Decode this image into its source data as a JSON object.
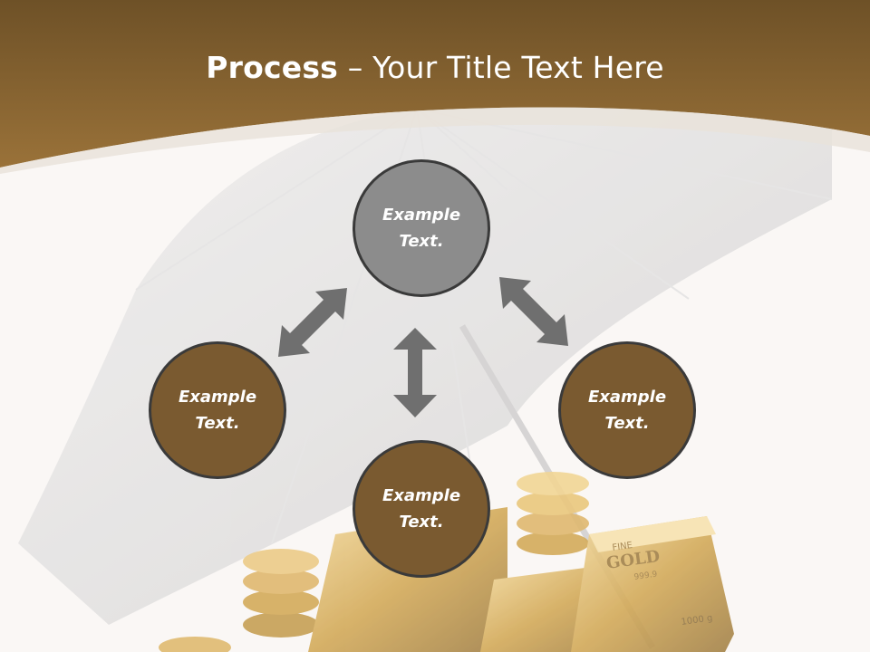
{
  "title": {
    "bold": "Process",
    "rest": " – Your Title Text Here"
  },
  "nodes": {
    "top": "Example\nText.",
    "left": "Example\nText.",
    "right": "Example\nText.",
    "bottom": "Example\nText."
  },
  "coin_labels": [
    "FINE",
    "GOLD",
    "999.9",
    "1000 g"
  ],
  "colors": {
    "header_brown": "#8f6935",
    "node_brown": "#7a5a30",
    "node_gray": "#8c8c8c",
    "arrow_gray": "#6f6f6f",
    "background": "#faf8f5"
  },
  "icons": [
    "umbrella-image",
    "gold-bars-image",
    "double-arrow-icon"
  ]
}
